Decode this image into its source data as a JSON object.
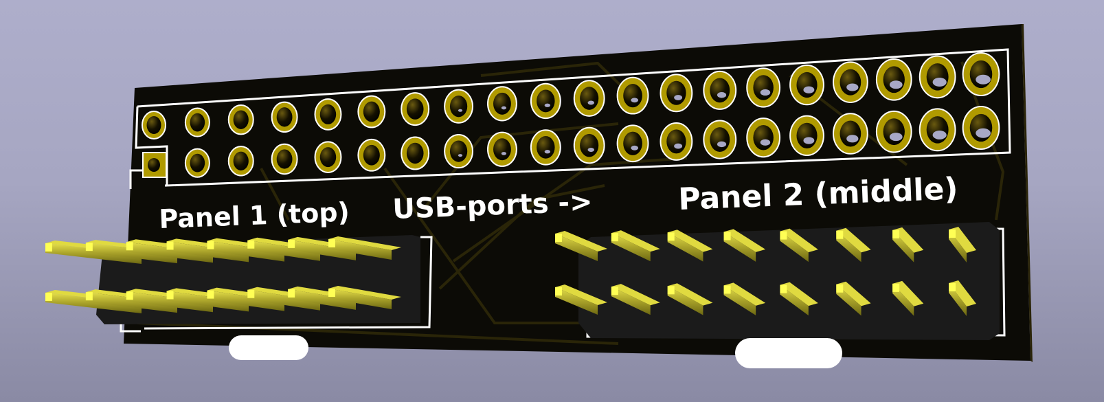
{
  "viewer": {
    "background_top": "#aeaecb",
    "background_bottom": "#8a8aa4"
  },
  "board": {
    "color": "#0c0b06",
    "silkscreen_color": "#ffffff",
    "copper_color": "#b09a00",
    "pin_color": "#c8c02a",
    "header_body_color": "#1b1b1b",
    "trace_color": "#2a2508"
  },
  "labels": {
    "panel1": "Panel 1 (top)",
    "usb": "USB-ports ->",
    "panel2": "Panel 2 (middle)"
  },
  "gpio_header": {
    "rows": 2,
    "columns": 20,
    "pin1_square": true
  },
  "panel1_header": {
    "rows": 2,
    "columns": 8
  },
  "panel2_header": {
    "rows": 2,
    "columns": 8
  }
}
